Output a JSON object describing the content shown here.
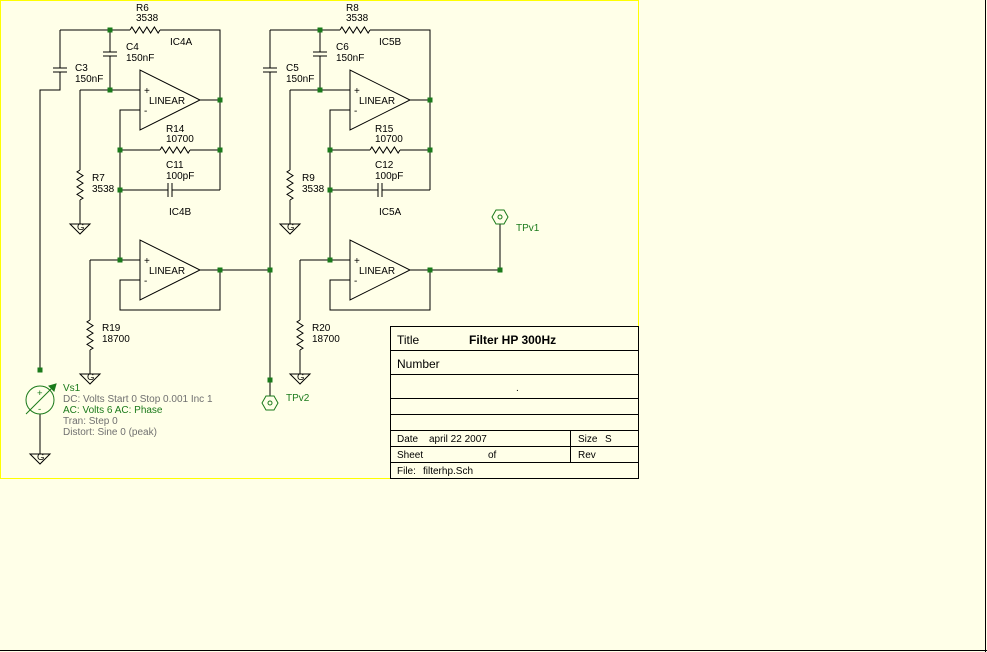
{
  "schematic": {
    "title_block": {
      "title_label": "Title",
      "title_value": "Filter HP 300Hz",
      "number_label": "Number",
      "dot": ".",
      "date_label": "Date",
      "date_value": "april 22 2007",
      "size_label": "Size",
      "size_value": "S",
      "sheet_label": "Sheet",
      "of_label": "of",
      "rev_label": "Rev",
      "file_label": "File:",
      "file_value": "filterhp.Sch"
    },
    "components": {
      "r6": {
        "ref": "R6",
        "value": "3538"
      },
      "r8": {
        "ref": "R8",
        "value": "3538"
      },
      "c4": {
        "ref": "C4",
        "value": "150nF"
      },
      "c6": {
        "ref": "C6",
        "value": "150nF"
      },
      "c3": {
        "ref": "C3",
        "value": "150nF"
      },
      "c5": {
        "ref": "C5",
        "value": "150nF"
      },
      "r14": {
        "ref": "R14",
        "value": "10700"
      },
      "r15": {
        "ref": "R15",
        "value": "10700"
      },
      "c11": {
        "ref": "C11",
        "value": "100pF"
      },
      "c12": {
        "ref": "C12",
        "value": "100pF"
      },
      "r7": {
        "ref": "R7",
        "value": "3538"
      },
      "r9": {
        "ref": "R9",
        "value": "3538"
      },
      "r19": {
        "ref": "R19",
        "value": "18700"
      },
      "r20": {
        "ref": "R20",
        "value": "18700"
      },
      "ic4a": {
        "ref": "IC4A"
      },
      "ic4b": {
        "ref": "IC4B"
      },
      "ic5a": {
        "ref": "IC5A"
      },
      "ic5b": {
        "ref": "IC5B"
      },
      "opamp_label": "LINEAR",
      "plus": "+",
      "minus": "-",
      "ground_label": "G"
    },
    "probes": {
      "tpv1": "TPv1",
      "tpv2": "TPv2"
    },
    "source": {
      "ref": "Vs1",
      "dc_line": "DC: Volts  Start 0 Stop 0.001 Inc 1",
      "ac_line": "AC: Volts  6  AC: Phase",
      "tran_line": "Tran: Step  0",
      "distort_line": "Distort: Sine  0 (peak)"
    }
  },
  "colors": {
    "background": "#ffffe8",
    "sheet_border": "#ffff00",
    "wire": "#000000",
    "node": "#1a7a1a",
    "probe": "#1a7a1a",
    "secondary_text": "#707070"
  }
}
